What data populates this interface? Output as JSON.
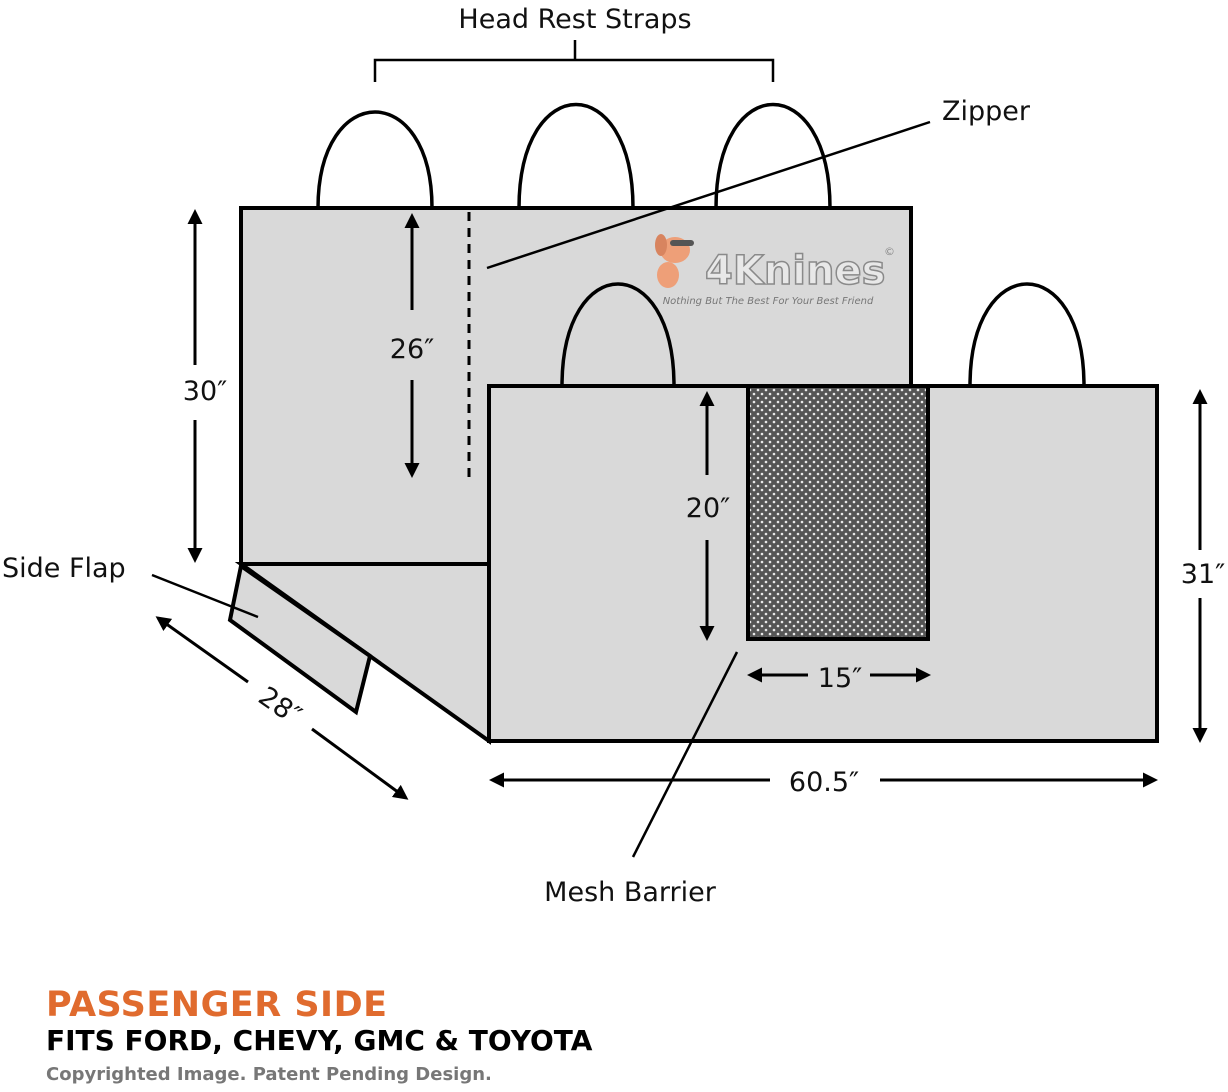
{
  "labels": {
    "head_rest_straps": "Head Rest Straps",
    "zipper": "Zipper",
    "side_flap": "Side Flap",
    "mesh_barrier": "Mesh Barrier"
  },
  "dimensions": {
    "back_height": "30″",
    "zipper_height": "26″",
    "mesh_height": "20″",
    "mesh_width": "15″",
    "front_height": "31″",
    "width": "60.5″",
    "depth": "28″"
  },
  "logo": {
    "brand": "4Knines",
    "registered": "©",
    "tagline": "Nothing But The Best For Your Best Friend"
  },
  "footer": {
    "title": "PASSENGER SIDE",
    "subtitle": "FITS FORD, CHEVY, GMC & TOYOTA",
    "copyright": "Copyrighted Image. Patent Pending Design."
  },
  "colors": {
    "accent": "#e06b2e",
    "panel": "#d9d9d9",
    "mesh": "#555555"
  }
}
